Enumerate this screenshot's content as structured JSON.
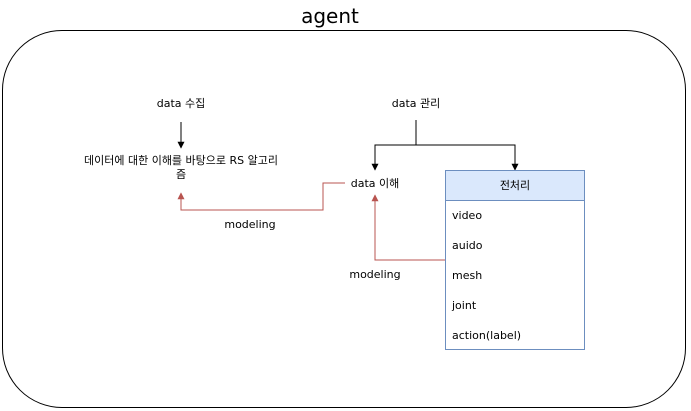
{
  "diagram": {
    "title": "agent",
    "nodes": {
      "data_collection": "data 수집",
      "rs_algorithm_line1": "데이터에 대한 이해를 바탕으로 RS 알고리",
      "rs_algorithm_line2": "즘",
      "data_management": "data 관리",
      "data_understanding": "data 이해"
    },
    "preprocessing": {
      "header": "전처리",
      "items": [
        "video",
        "auido",
        "mesh",
        "joint",
        "action(label)"
      ]
    },
    "edge_labels": {
      "modeling_1": "modeling",
      "modeling_2": "modeling"
    },
    "colors": {
      "black_edge": "#000000",
      "red_edge": "#b85450",
      "list_header_fill": "#dae8fc",
      "list_border": "#6c8ebf"
    }
  }
}
